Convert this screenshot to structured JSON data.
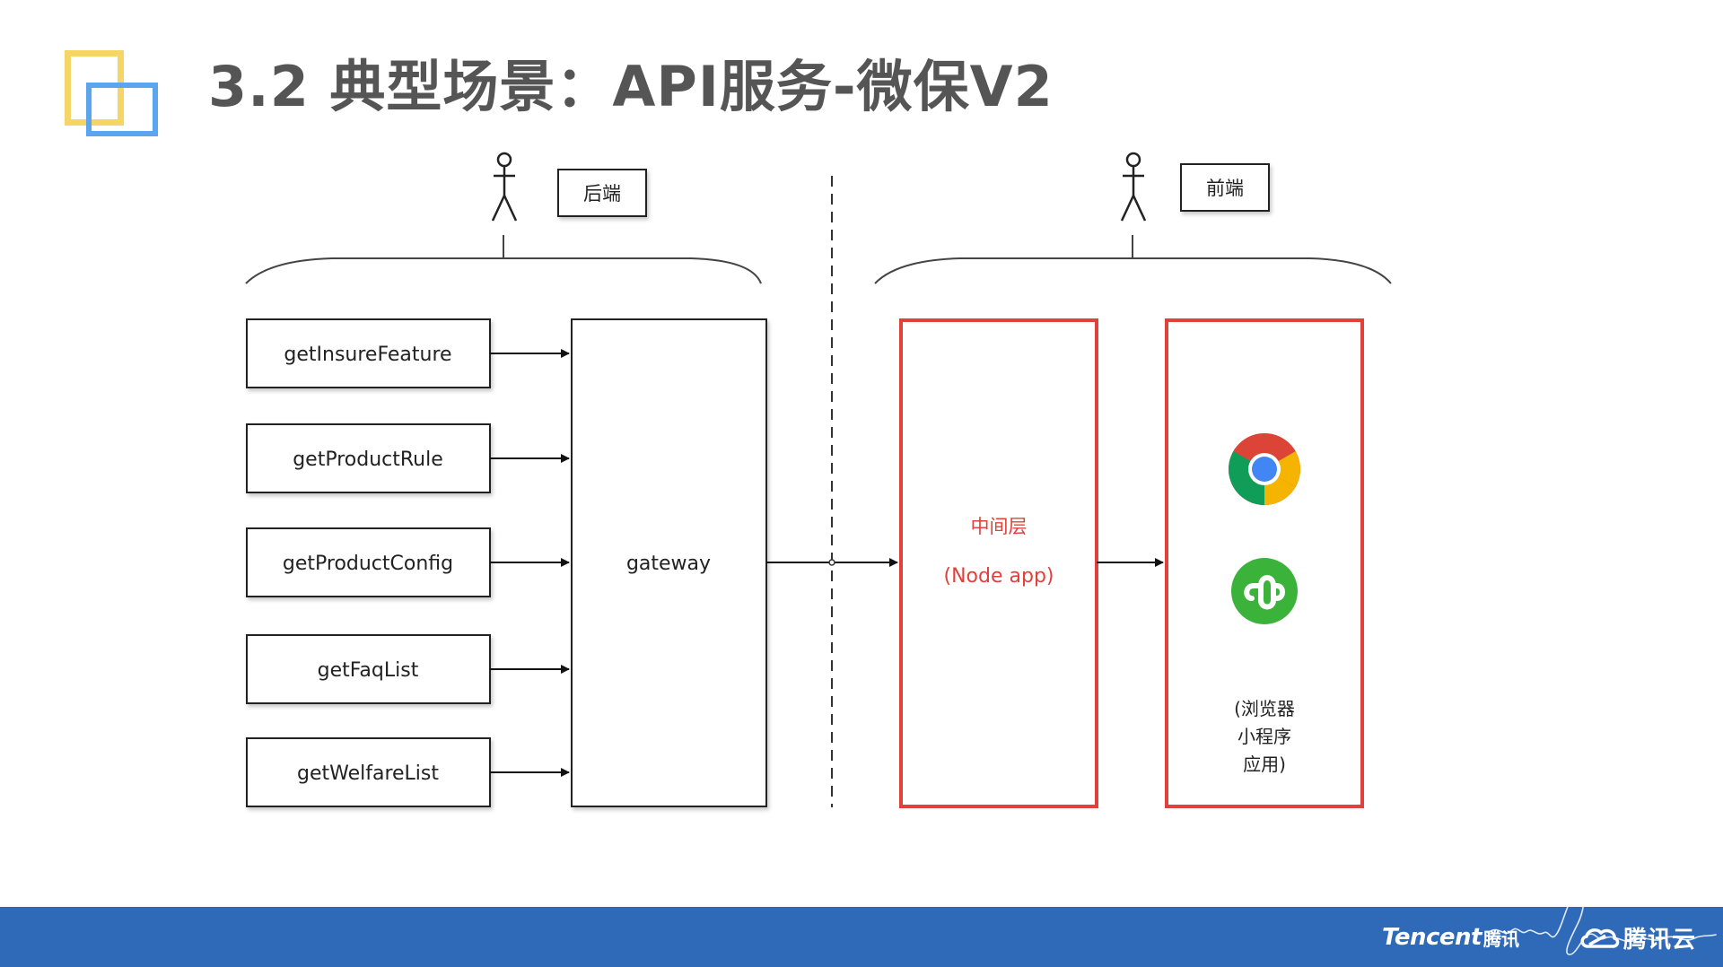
{
  "title": "3.2 典型场景：API服务-微保V2",
  "left_group": {
    "actor_label": "后端",
    "apis": [
      "getInsureFeature",
      "getProductRule",
      "getProductConfig",
      "getFaqList",
      "getWelfareList"
    ],
    "gateway_label": "gateway"
  },
  "right_group": {
    "actor_label": "前端",
    "middle_layer": {
      "line1": "中间层",
      "line2": "(Node app)"
    },
    "clients": {
      "icons": [
        "chrome-icon",
        "mini-program-icon"
      ],
      "line1": "(浏览器",
      "line2": "小程序",
      "line3": "应用)"
    }
  },
  "colors": {
    "title": "#555555",
    "accent_red": "#e0413b",
    "footer_blue": "#2f6ab8",
    "logo_yellow": "#f5d565",
    "logo_blue": "#5aa5ee"
  },
  "footer": {
    "brand_en": "Tencent",
    "brand_cn": "腾讯",
    "cloud_cn": "腾讯云"
  }
}
